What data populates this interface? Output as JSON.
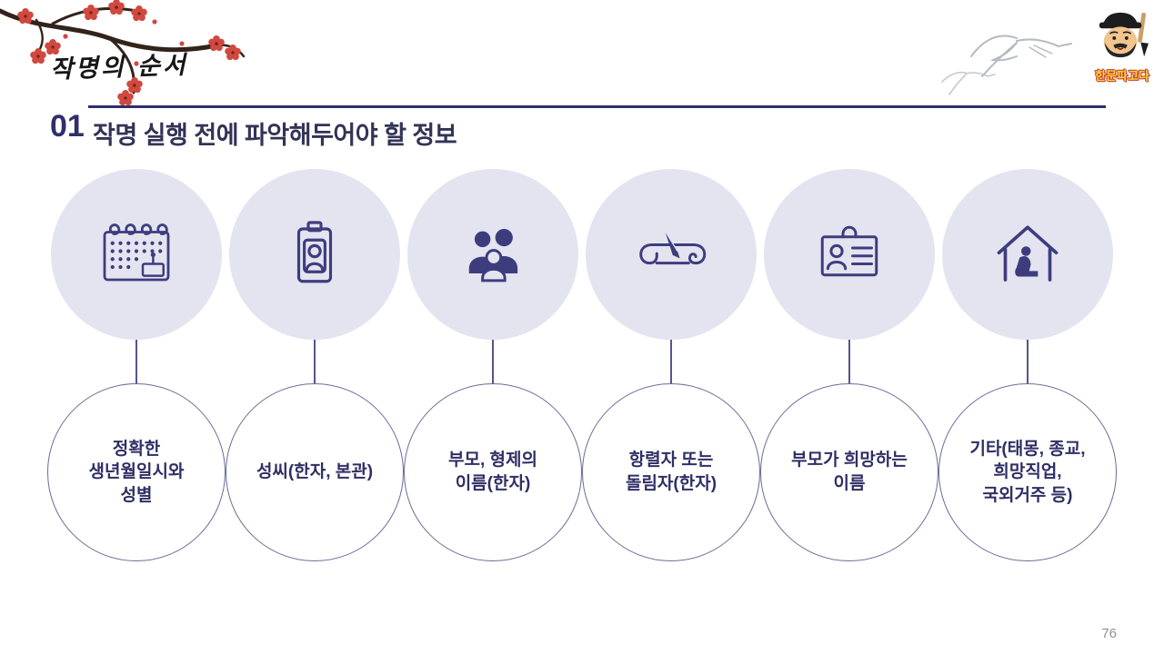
{
  "slide": {
    "brush_title": "작명의 순서",
    "section_number": "01",
    "section_title": "작명 실행 전에 파악해두어야 할 정보",
    "page_number": "76"
  },
  "logo": {
    "text": "한문파고다"
  },
  "items": [
    {
      "icon": "calendar-birthday-icon",
      "label": "정확한\n생년월일시와\n성별"
    },
    {
      "icon": "id-card-icon",
      "label": "성씨(한자, 본관)"
    },
    {
      "icon": "family-icon",
      "label": "부모, 형제의\n이름(한자)"
    },
    {
      "icon": "scroll-pen-icon",
      "label": "항렬자 또는\n돌림자(한자)"
    },
    {
      "icon": "id-badge-icon",
      "label": "부모가 희망하는\n이름"
    },
    {
      "icon": "house-prayer-icon",
      "label": "기타(태몽, 종교,\n희망직업,\n국외거주 등)"
    }
  ],
  "colors": {
    "accent_navy": "#2f2f6b",
    "icon_navy": "#3d3d7e",
    "icon_circle_fill": "#e4e4f1",
    "blossom_red": "#d0493f",
    "logo_yellow": "#ffd83d",
    "logo_outline_red": "#c0392b"
  }
}
